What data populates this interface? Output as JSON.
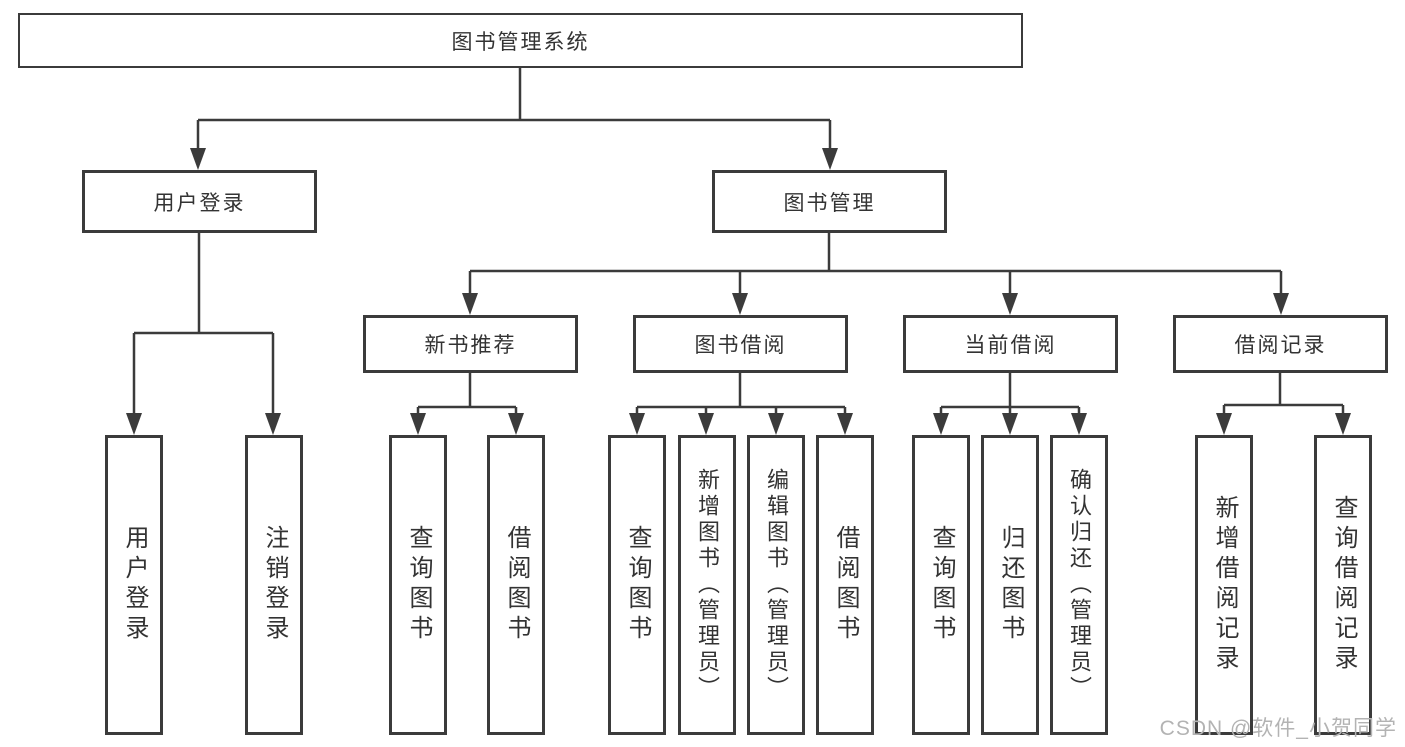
{
  "diagram": {
    "root": {
      "label": "图书管理系统"
    },
    "level2": [
      {
        "label": "用户登录",
        "children": [
          "用户登录",
          "注销登录"
        ]
      },
      {
        "label": "图书管理"
      }
    ],
    "level3": [
      {
        "label": "新书推荐",
        "children": [
          "查询图书",
          "借阅图书"
        ]
      },
      {
        "label": "图书借阅",
        "children": [
          "查询图书",
          "新增图书（管理员）",
          "编辑图书（管理员）",
          "借阅图书"
        ]
      },
      {
        "label": "当前借阅",
        "children": [
          "查询图书",
          "归还图书",
          "确认归还（管理员）"
        ]
      },
      {
        "label": "借阅记录",
        "children": [
          "新增借阅记录",
          "查询借阅记录"
        ]
      }
    ],
    "watermark": "CSDN @软件_小贺同学",
    "colors": {
      "line": "#3b3b3b",
      "text": "#333333",
      "watermark": "#b3b3b3",
      "background": "#ffffff"
    }
  }
}
